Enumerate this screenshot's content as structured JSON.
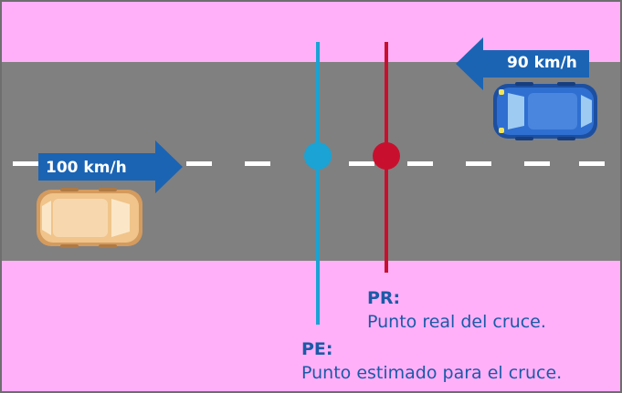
{
  "arrows": {
    "left": {
      "speed": "100 km/h",
      "color": "#1b64b4"
    },
    "right": {
      "speed": "90 km/h",
      "color": "#1b64b4"
    }
  },
  "points": {
    "pe": {
      "code": "PE:",
      "description": "Punto estimado para el cruce.",
      "color": "#1aa3d4"
    },
    "pr": {
      "code": "PR:",
      "description": "Punto real del cruce.",
      "color": "#c8102e"
    }
  },
  "colors": {
    "background": "#ffb0f8",
    "road": "#808080",
    "lane_marking": "#ffffff",
    "text": "#1a5aa8",
    "car_left": "#f0c48a",
    "car_right": "#2f6fd1"
  }
}
